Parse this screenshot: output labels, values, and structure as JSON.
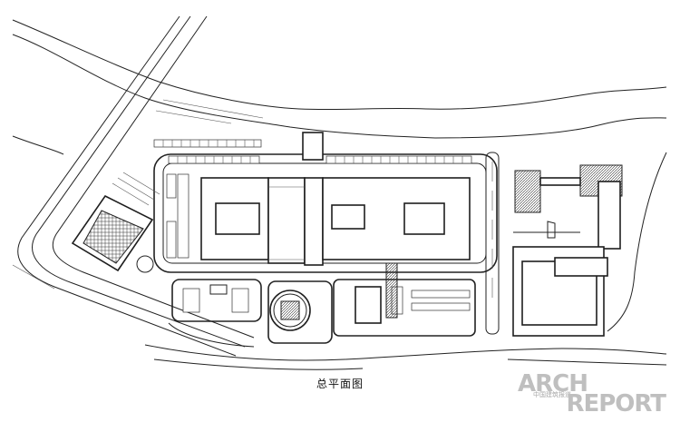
{
  "caption": "总平面图",
  "watermark": {
    "line1": "ARCH",
    "line2": "REPORT",
    "subtitle": "中国建筑报道"
  },
  "colors": {
    "line": "#222222",
    "background": "#ffffff",
    "watermark": "#bfbfbf"
  }
}
